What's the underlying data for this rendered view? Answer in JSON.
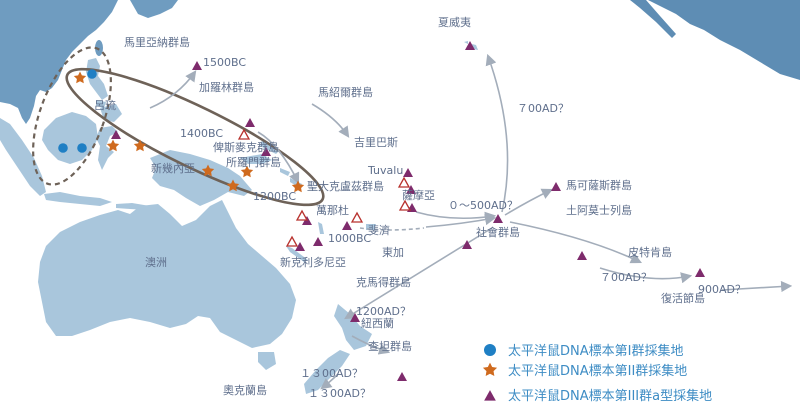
{
  "map": {
    "labels": {
      "hawaii": "夏威夷",
      "mariana": "馬里亞納群島",
      "caroline": "加羅林群島",
      "luzon": "呂琉",
      "marshall": "馬紹爾群島",
      "bismarck": "俾斯麥克群島",
      "kiribati": "吉里巴斯",
      "new_guinea": "新幾內亞",
      "solomon": "所羅門群島",
      "tuvalu": "Tuvalu",
      "santa_cruz": "聖大克盧茲群島",
      "samoa": "薩摩亞",
      "marquesas": "馬可薩斯群島",
      "tuamotu": "土阿莫士列島",
      "vanuatu": "萬那杜",
      "fiji": "斐濟",
      "society": "社會群島",
      "australia": "澳洲",
      "tonga": "東加",
      "pitcairn": "皮特肯島",
      "new_caledonia": "新克利多尼亞",
      "kermadec": "克馬得群島",
      "easter": "復活節島",
      "new_zealand": "紐西蘭",
      "chatham": "查坦群島",
      "auckland_islands": "奧克蘭島"
    },
    "dates": {
      "mariana": "1500BC",
      "bismarck": "1400BC",
      "solomon": "1200BC",
      "fiji": "1000BC",
      "hawaii": "７00AD？",
      "society": "０～500AD？",
      "pitcairn_easter": "７00AD？",
      "east": "900AD？",
      "new_zealand": "1200AD？",
      "chatham": "１３00AD？",
      "auckland": "１３00AD？"
    }
  },
  "legend": [
    {
      "label": "太平洋鼠DNA標本第I群採集地",
      "marker": "blue-circle"
    },
    {
      "label": "太平洋鼠DNA標本第II群採集地",
      "marker": "orange-star"
    },
    {
      "label": "太平洋鼠DNA標本第III群a型採集地",
      "marker": "purple-triangle"
    }
  ],
  "colors": {
    "sea": "#ffffff",
    "land": "#a9c6dc",
    "land_asia": "#6f9cc0",
    "land_america": "#5e8db4",
    "route": "#a3adba",
    "enclosure": "#6e6258",
    "label_text": "#5f6f8c",
    "legend_text": "#3d8cc4",
    "group_i": "#1f7fc4",
    "group_ii": "#cf6a1e",
    "group_iii": "#7e2b6c",
    "group_iii_outline": "#b8322e"
  }
}
